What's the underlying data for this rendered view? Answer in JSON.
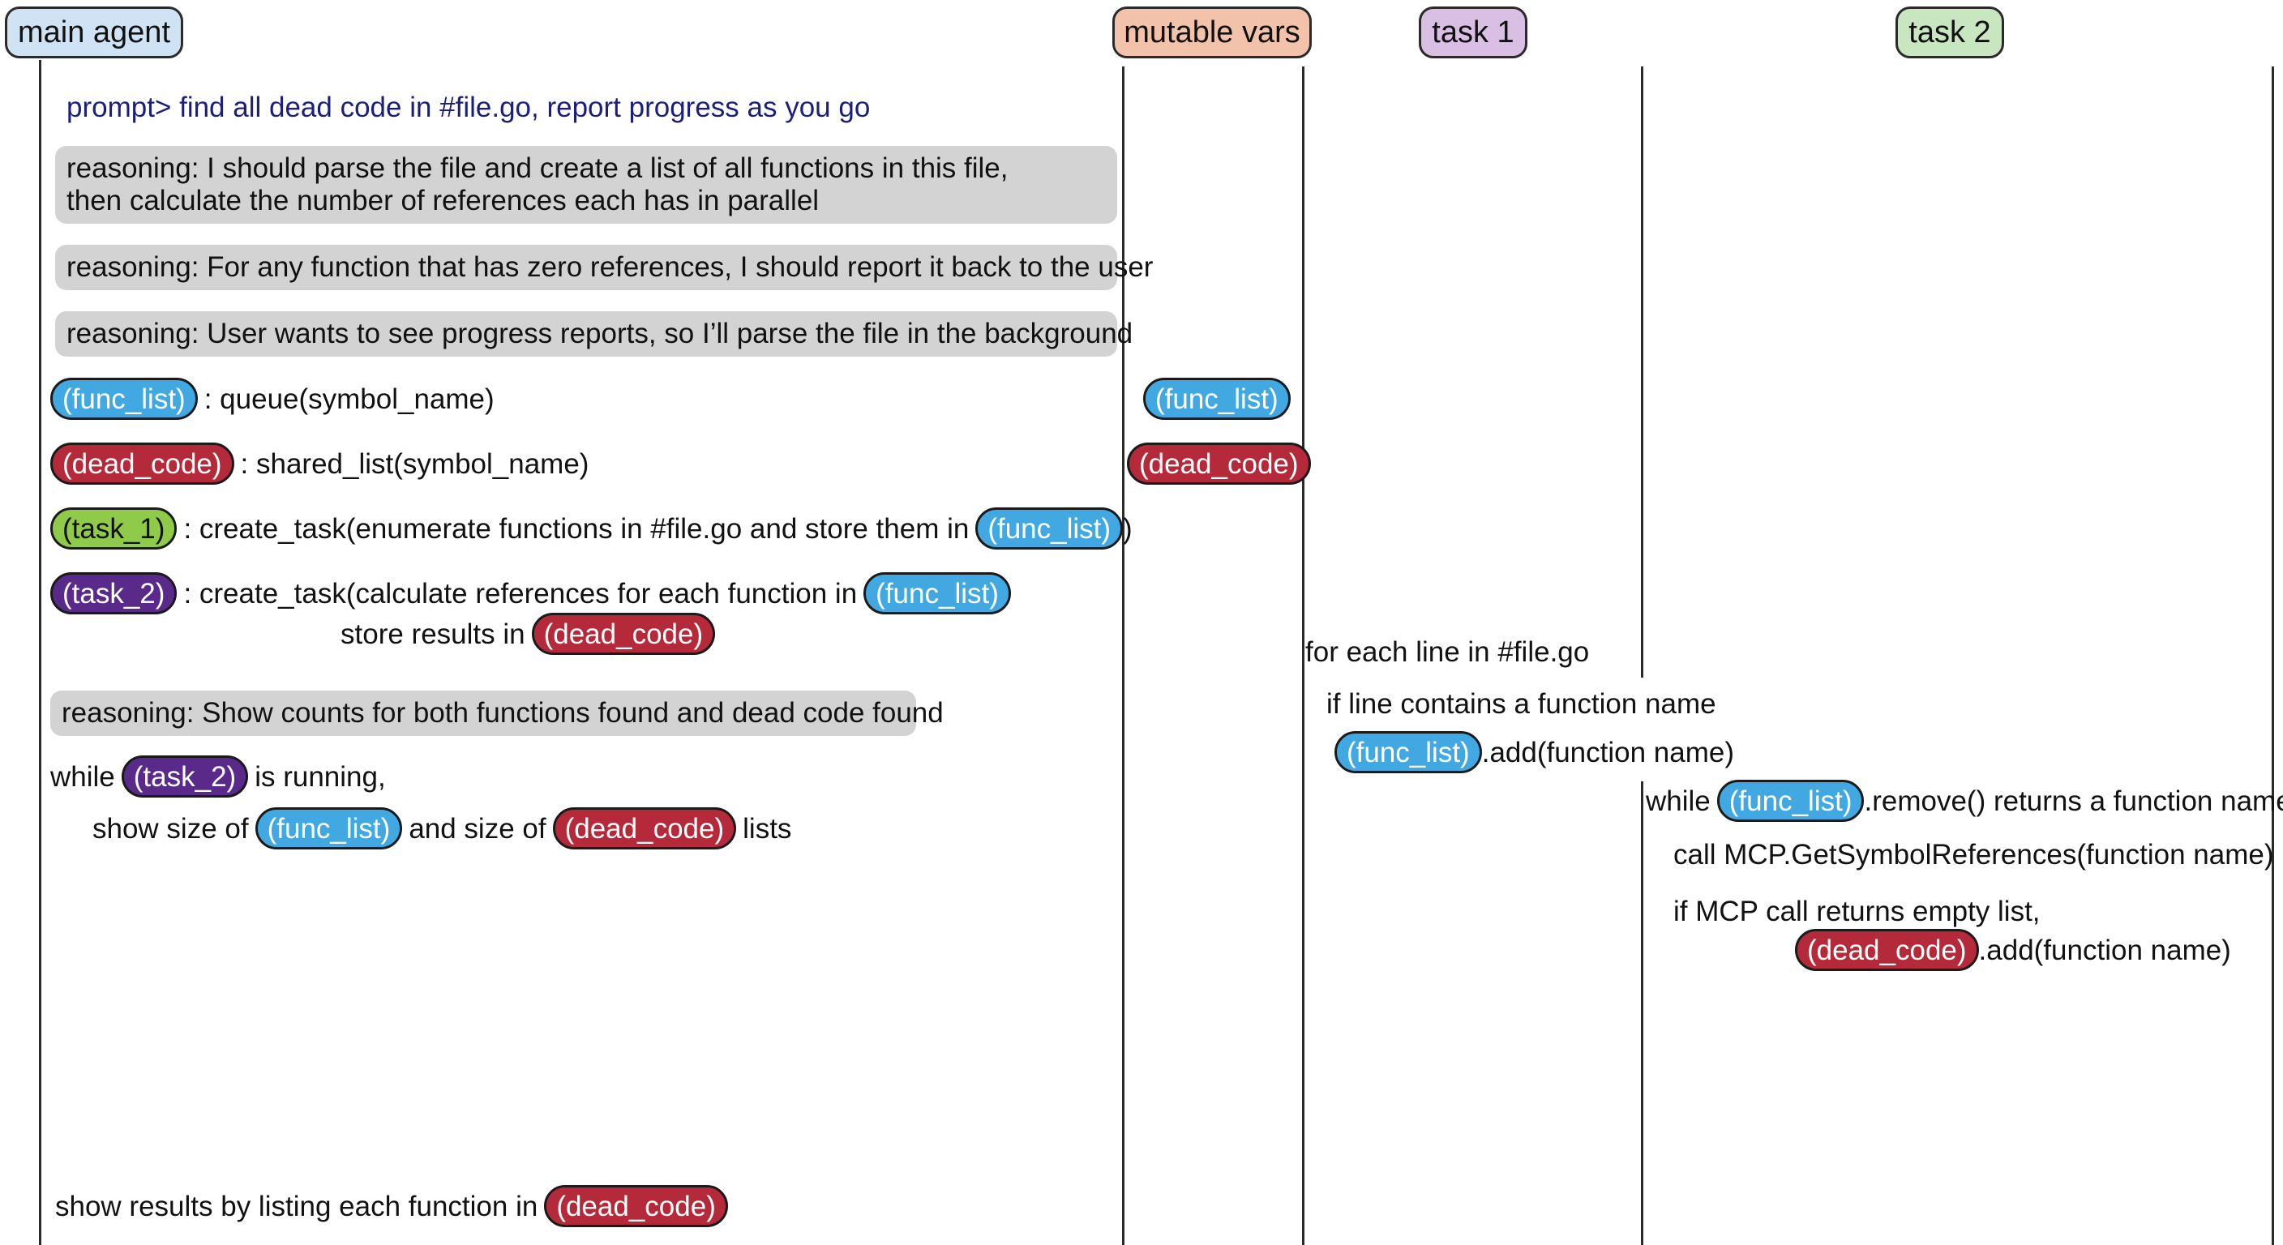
{
  "lanes": {
    "main_agent": "main agent",
    "mutable_vars": "mutable vars",
    "task1": "task 1",
    "task2": "task 2"
  },
  "colors": {
    "func_list": "#42a8e2",
    "dead_code": "#b52a3a",
    "task_1": "#8fca4a",
    "task_2": "#5a2a8a",
    "main_agent_header": "#cfe3f4",
    "mutable_vars_header": "#f2c2aa",
    "task1_header": "#d9bfe4",
    "task2_header": "#c8e6c0",
    "reasoning_box": "#d3d3d3"
  },
  "pills": {
    "func_list": "(func_list)",
    "dead_code": "(dead_code)",
    "task_1": "(task_1)",
    "task_2": "(task_2)"
  },
  "main": {
    "prompt": "prompt> find all dead code in #file.go, report progress as you go",
    "reasoning1_line1": "reasoning: I should parse the file and create a list of all functions in this file,",
    "reasoning1_line2": "then calculate the number of references each has in parallel",
    "reasoning2": "reasoning: For any function that has zero references, I should report it back to the user",
    "reasoning3": "reasoning: User wants to see progress reports, so I’ll parse the file in the background",
    "func_list_decl": ": queue(symbol_name)",
    "dead_code_decl": ": shared_list(symbol_name)",
    "task1_decl": ": create_task(enumerate functions in #file.go and store them in",
    "task1_close": ")",
    "task2_decl": ": create_task(calculate references for each function in",
    "task2_store": "store results in",
    "reasoning4": "reasoning: Show counts for both functions found and dead code found",
    "while_prefix": "while",
    "while_suffix": "is running,",
    "show_size_of": "show size of",
    "and_size_of": "and size of",
    "lists": "lists",
    "show_results": "show results by listing each function in"
  },
  "task1": {
    "line1": "for each line in #file.go",
    "line2": "if line contains a function name",
    "add_suffix": ".add(function name)"
  },
  "task2": {
    "while_prefix": "while",
    "remove_suffix": ".remove() returns a function name",
    "call": "call MCP.GetSymbolReferences(function name)",
    "if_empty": "if MCP call returns empty list,",
    "add_suffix": ".add(function name)"
  }
}
